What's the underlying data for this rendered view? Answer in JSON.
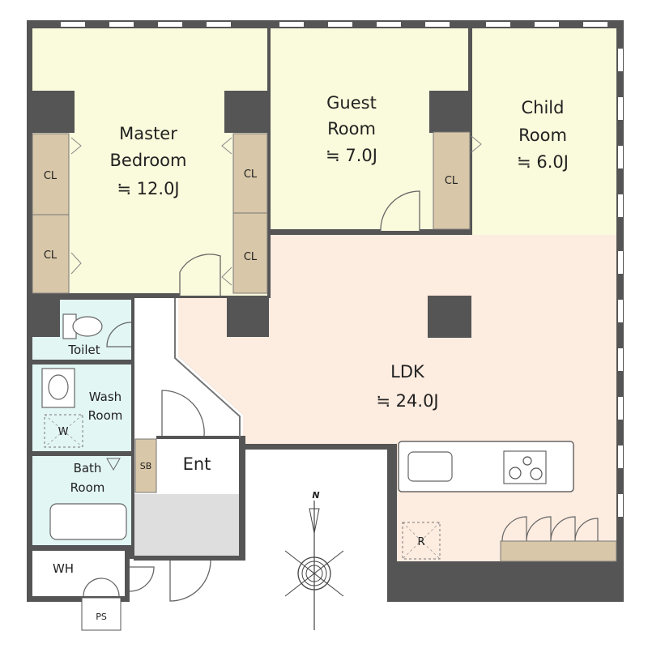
{
  "rooms": {
    "master": {
      "name1": "Master",
      "name2": "Bedroom",
      "area": "≒ 12.0J"
    },
    "guest": {
      "name1": "Guest",
      "name2": "Room",
      "area": "≒ 7.0J"
    },
    "child": {
      "name1": "Child",
      "name2": "Room",
      "area": "≒ 6.0J"
    },
    "ldk": {
      "name": "LDK",
      "area": "≒ 24.0J"
    },
    "toilet": {
      "name": "Toilet"
    },
    "wash": {
      "name1": "Wash",
      "name2": "Room"
    },
    "bath": {
      "name1": "Bath",
      "name2": "Room"
    },
    "entrance": {
      "name": "Ent"
    },
    "water_heater": {
      "name": "WH"
    },
    "pipe_space": {
      "name": "PS"
    }
  },
  "fixtures": {
    "closet": "CL",
    "shoe_box": "SB",
    "washer": "W",
    "fridge": "R"
  },
  "compass": {
    "north": "N"
  },
  "colors": {
    "bedroom_fill": "#fafadc",
    "ldk_fill": "#fdece0",
    "wet_fill": "#e2f6f4",
    "closet_fill": "#d8c7a8",
    "wall": "#555555"
  }
}
